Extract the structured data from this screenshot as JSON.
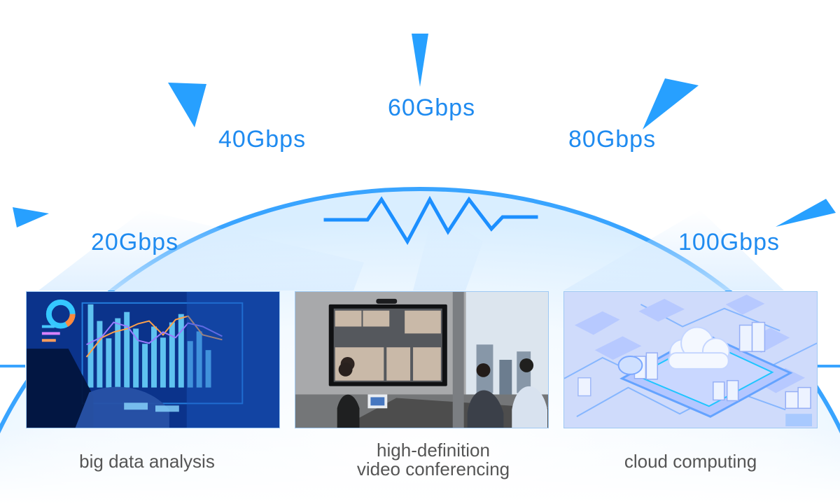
{
  "speed_labels": [
    "20Gbps",
    "40Gbps",
    "60Gbps",
    "80Gbps",
    "100Gbps"
  ],
  "panels": [
    {
      "caption_lines": [
        "big data analysis"
      ]
    },
    {
      "caption_lines": [
        "high-definition",
        "video conferencing"
      ]
    },
    {
      "caption_lines": [
        "cloud computing"
      ]
    }
  ],
  "colors": {
    "accent": "#1f8bf0",
    "arc_fill": "#dff0ff",
    "caption_text": "#555555"
  },
  "icons": {
    "signal": "zigzag-signal-icon",
    "pointer": "triangle-pointer-icon"
  }
}
